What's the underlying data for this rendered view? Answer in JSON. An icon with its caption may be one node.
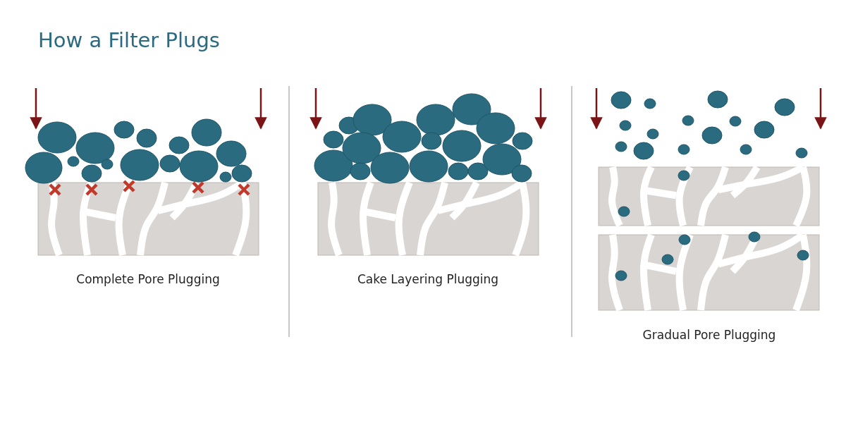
{
  "diagram": {
    "title": "How a Filter Plugs",
    "labels": [
      "Complete Pore Plugging",
      "Cake Layering Plugging",
      "Gradual Pore Plugging"
    ]
  }
}
